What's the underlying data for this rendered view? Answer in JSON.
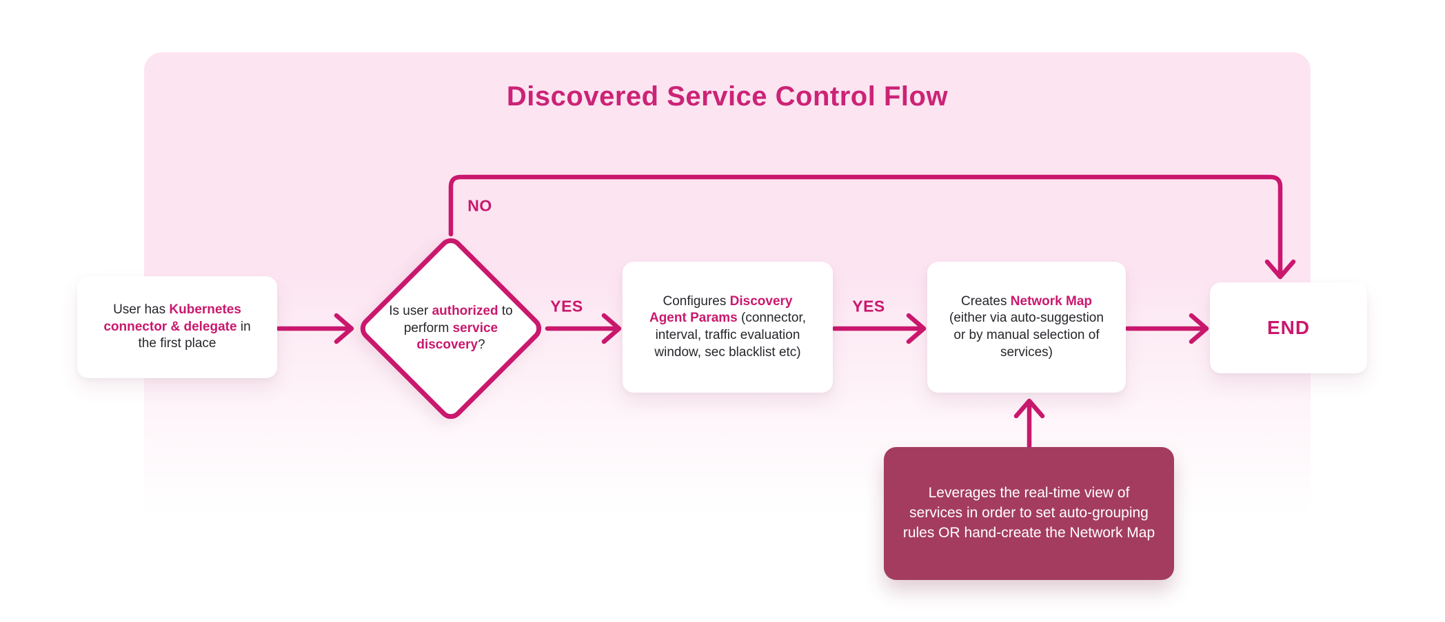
{
  "title": "Discovered Service Control Flow",
  "colors": {
    "accent": "#C9186D",
    "title": "#CB2376",
    "panel_top": "#FCE4F1",
    "note_bg": "#A43C60",
    "note_text": "#FFFFFF",
    "text_dark": "#26262C",
    "node_bg": "#FFFFFF"
  },
  "nodes": {
    "start": {
      "segments": [
        {
          "text": "User has ",
          "accent": false
        },
        {
          "text": "Kubernetes connector & delegate",
          "accent": true
        },
        {
          "text": " in the first place",
          "accent": false
        }
      ]
    },
    "decision": {
      "segments": [
        {
          "text": "Is user ",
          "accent": false
        },
        {
          "text": "authorized",
          "accent": true
        },
        {
          "text": " to perform ",
          "accent": false
        },
        {
          "text": "service discovery",
          "accent": true
        },
        {
          "text": "?",
          "accent": false
        }
      ]
    },
    "configure": {
      "segments": [
        {
          "text": "Configures ",
          "accent": false
        },
        {
          "text": "Discovery Agent Params",
          "accent": true
        },
        {
          "text": " (connector, interval, traffic evaluation window, sec blacklist etc)",
          "accent": false
        }
      ]
    },
    "create": {
      "segments": [
        {
          "text": "Creates ",
          "accent": false
        },
        {
          "text": "Network Map",
          "accent": true
        },
        {
          "text": " (either via auto-suggestion or by manual selection of services)",
          "accent": false
        }
      ]
    },
    "end": {
      "label": "END"
    },
    "note": {
      "text": "Leverages the real-time view of services in order to set auto-grouping rules OR hand-create the Network Map"
    }
  },
  "edges": {
    "decision_yes_label": "YES",
    "configure_yes_label": "YES",
    "decision_no_label": "NO"
  }
}
